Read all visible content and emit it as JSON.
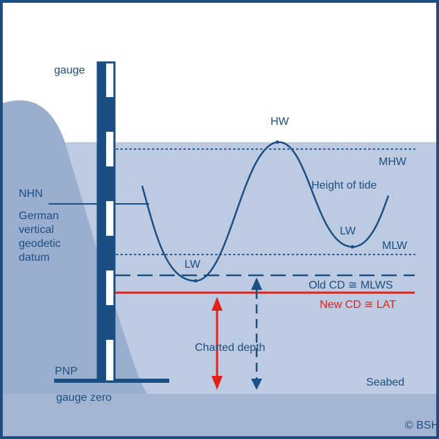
{
  "labels": {
    "gauge": "gauge",
    "hw": "HW",
    "mhw": "MHW",
    "height_of_tide": "Height of tide",
    "nhn": "NHN",
    "nhn_desc": [
      "German",
      "vertical",
      "geodetic",
      "datum"
    ],
    "lw_left": "LW",
    "lw_right": "LW",
    "mlw": "MLW",
    "old_cd": "Old CD ≅ MLWS",
    "new_cd": "New CD ≅ LAT",
    "charted_depth": "Charted depth",
    "pnp": "PNP",
    "gauge_zero": "gauge zero",
    "seabed": "Seabed",
    "copyright": "© BSH"
  },
  "colors": {
    "frame": "#1b4e82",
    "land": "#9aaecf",
    "water": "#bdcbe2",
    "seabed": "#a3b5d2",
    "navy": "#1b4e82",
    "red": "#e32119"
  }
}
